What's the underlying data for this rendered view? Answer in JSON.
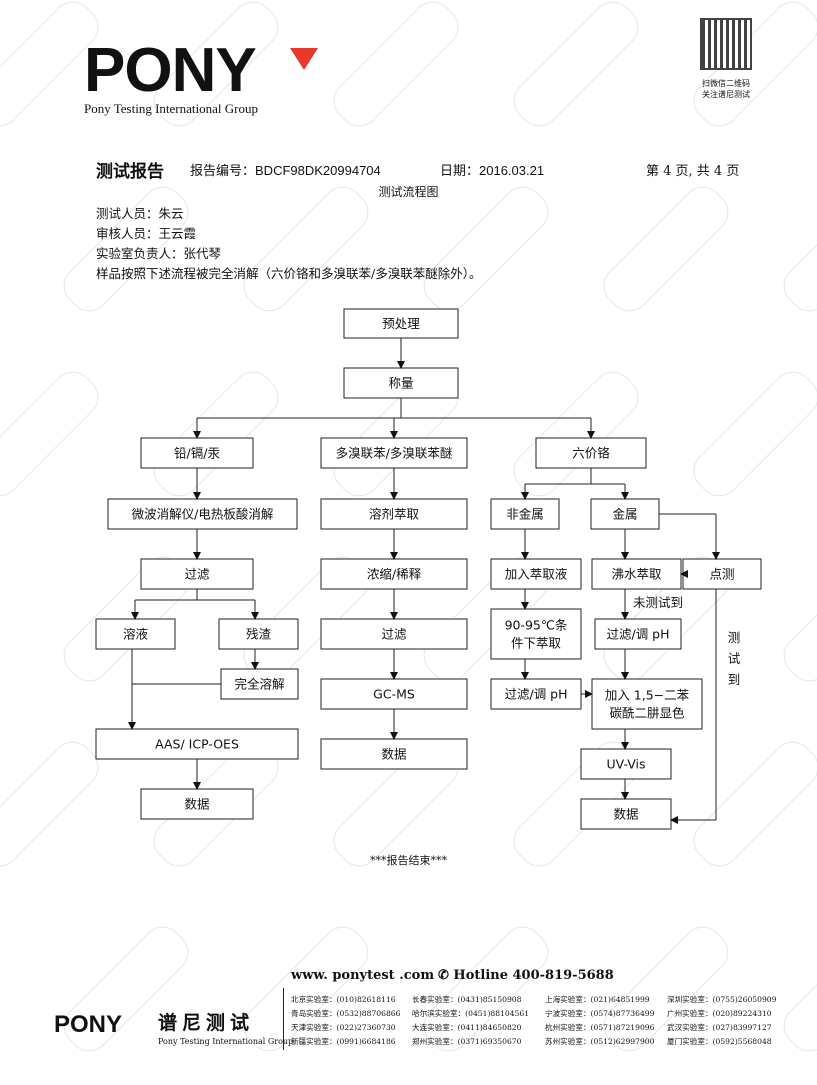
{
  "watermark_text": "PONY",
  "logo": {
    "word": "PONY",
    "subtitle": "Pony Testing International Group"
  },
  "qr": {
    "caption_1": "扫微信二维码",
    "caption_2": "关注谱尼测试"
  },
  "header": {
    "title": "测试报告",
    "report_no_label": "报告编号：",
    "report_no": "BDCF98DK20994704",
    "date_label": "日期：",
    "date": "2016.03.21",
    "page": "第 4 页, 共 4 页"
  },
  "flow_title": "测试流程图",
  "info": {
    "tester": "测试人员：朱云",
    "reviewer": "审核人员：王云霞",
    "lab_head": "实验室负责人：张代琴",
    "note": "样品按照下述流程被完全消解（六价铬和多溴联苯/多溴联苯醚除外）。"
  },
  "flowchart": {
    "pretreat": "预处理",
    "weigh": "称量",
    "pb_cd_hg": "铅/镉/汞",
    "pbb_pbde": "多溴联苯/多溴联苯醚",
    "cr6": "六价铬",
    "microwave": "微波消解仪/电热板酸消解",
    "solvent_extract": "溶剂萃取",
    "nonmetal": "非金属",
    "metal": "金属",
    "filter_left": "过滤",
    "concentrate": "浓缩/稀释",
    "add_extract": "加入萃取液",
    "boil_extract": "沸水萃取",
    "spot_test": "点测",
    "solution": "溶液",
    "residue": "残渣",
    "filter_mid": "过滤",
    "heat_extract_1": "90-95℃条",
    "heat_extract_2": "件下萃取",
    "filter_ph_right": "过滤/调 pH",
    "full_dissolve": "完全溶解",
    "gcms": "GC-MS",
    "filter_ph_left": "过滤/调 pH",
    "color_1": "加入 1,5−二苯",
    "color_2": "碳酰二肼显色",
    "aas": "AAS/ ICP-OES",
    "data_mid": "数据",
    "uvvis": "UV-Vis",
    "data_left": "数据",
    "data_right": "数据",
    "not_detected": "未测试到",
    "detected_1": "测",
    "detected_2": "试",
    "detected_3": "到"
  },
  "end_text": "***报告结束***",
  "footer": {
    "website": "www. ponytest .com",
    "hotline": "✆  Hotline 400-819-5688",
    "labs": [
      "北京实验室：(010)82618116",
      "长春实验室：(0431)85150908",
      "上海实验室：(021)64851999",
      "深圳实验室：(0755)26050909",
      "青岛实验室：(0532)88706866",
      "哈尔滨实验室：(0451)88104561",
      "宁波实验室：(0574)87736499",
      "广州实验室：(020)89224310",
      "天津实验室：(022)27360730",
      "大连实验室：(0411)84650820",
      "杭州实验室：(0571)87219096",
      "武汉实验室：(027)83997127",
      "新疆实验室：(0991)6684186",
      "郑州实验室：(0371)69350670",
      "苏州实验室：(0512)62997900",
      "厦门实验室：(0592)5568048"
    ],
    "logo_word": "PONY",
    "logo_cn": "谱尼测试",
    "logo_sub": "Pony Testing International Group"
  }
}
